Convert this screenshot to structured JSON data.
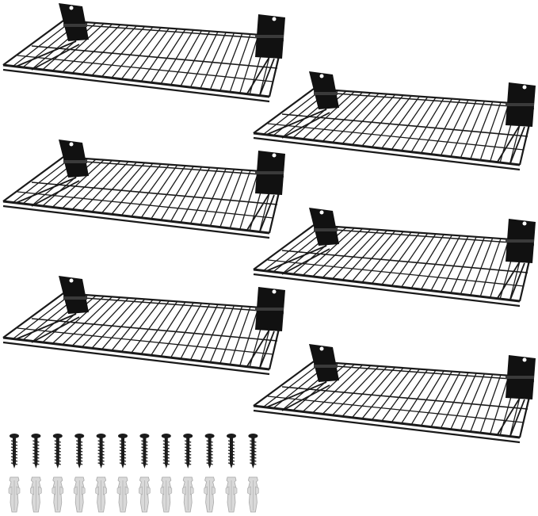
{
  "image": {
    "subject": "wire-shelf-set",
    "colors": {
      "background": "#ffffff",
      "wire": "#1a1a1a",
      "bracket": "#111111",
      "screw": "#1c1c1c",
      "anchor": "#d9d9d9",
      "anchor_stroke": "#a8a8a8"
    },
    "shelves": [
      {
        "id": "shelf-1"
      },
      {
        "id": "shelf-2"
      },
      {
        "id": "shelf-3"
      },
      {
        "id": "shelf-4"
      },
      {
        "id": "shelf-5"
      },
      {
        "id": "shelf-6"
      }
    ],
    "screw_count": 12,
    "anchor_count": 12
  }
}
